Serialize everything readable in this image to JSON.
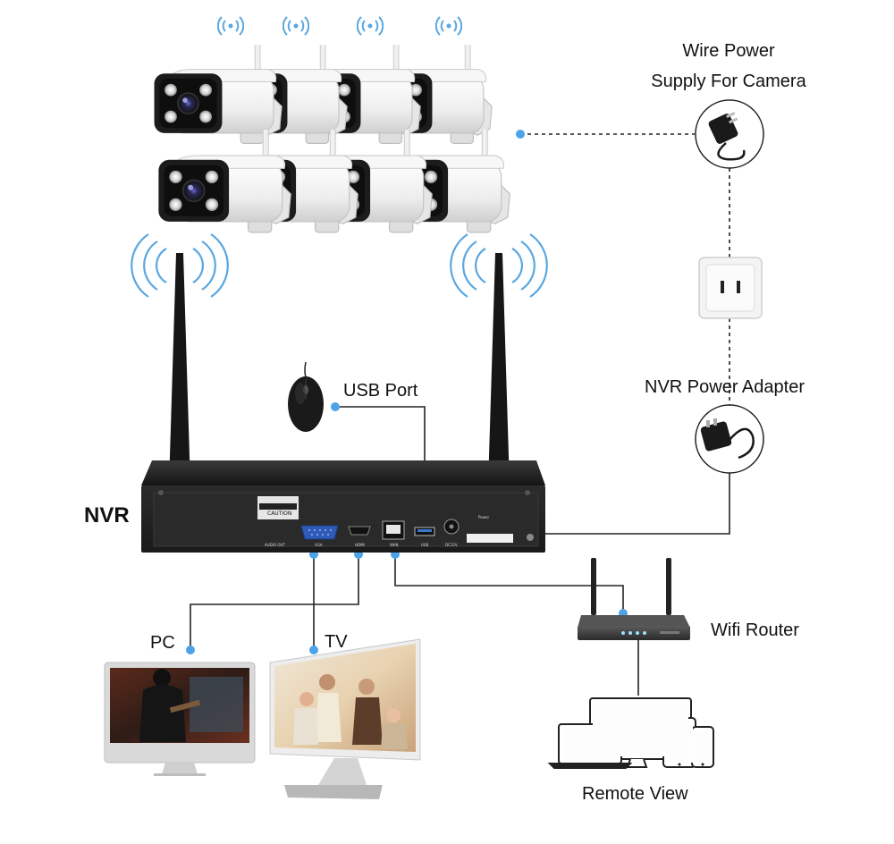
{
  "labels": {
    "wire_power_line1": "Wire Power",
    "wire_power_line2": "Supply For Camera",
    "usb_port": "USB Port",
    "nvr_power_adapter": "NVR Power Adapter",
    "nvr": "NVR",
    "pc": "PC",
    "tv": "TV",
    "wifi_router": "Wifi Router",
    "remote_view": "Remote View"
  },
  "nvr_panel": {
    "caution": "CAUTION",
    "audio_out": "AUDIO OUT",
    "vga": "VGA",
    "hdmi": "HDMI",
    "wan": "WAN",
    "usb": "USB",
    "dc": "DC12V",
    "power": "Power"
  },
  "colors": {
    "connector_dot": "#4da3e8",
    "wave": "#5aa7e0",
    "line": "#222222",
    "nvr_body": "#202020",
    "camera_body": "#f2f2f2"
  },
  "counts": {
    "cameras": 8
  }
}
